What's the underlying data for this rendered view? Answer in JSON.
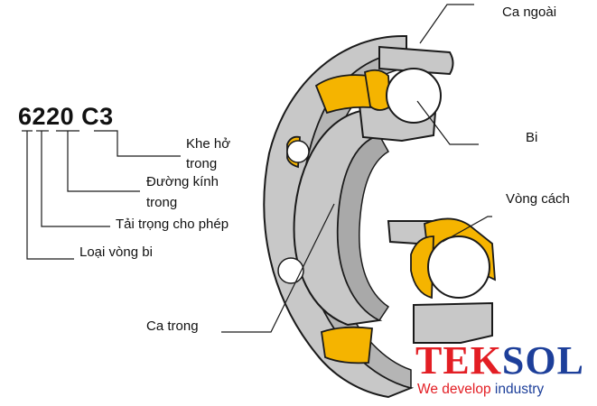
{
  "code": {
    "series": "6",
    "size": "2",
    "bore": "20",
    "clearance": "C3"
  },
  "labels": {
    "outer_ring": "Ca ngoài",
    "ball": "Bi",
    "cage": "Vòng cách",
    "inner_ring": "Ca trong",
    "clearance_line1": "Khe hở",
    "clearance_line2": "trong",
    "bore_line1": "Đường kính",
    "bore_line2": "trong",
    "load": "Tải trọng cho phép",
    "type": "Loại vòng bi"
  },
  "logo": {
    "part1": "TEK",
    "part2": "SOL",
    "tag1": "We develop",
    "tag2": " industry",
    "color_red": "#e31e24",
    "color_blue": "#1d3f9a"
  },
  "colors": {
    "ring_fill": "#c8c8c8",
    "ring_dark": "#a9a9a9",
    "cage": "#f5b400",
    "ball": "#ffffff",
    "outline": "#1a1a1a"
  }
}
